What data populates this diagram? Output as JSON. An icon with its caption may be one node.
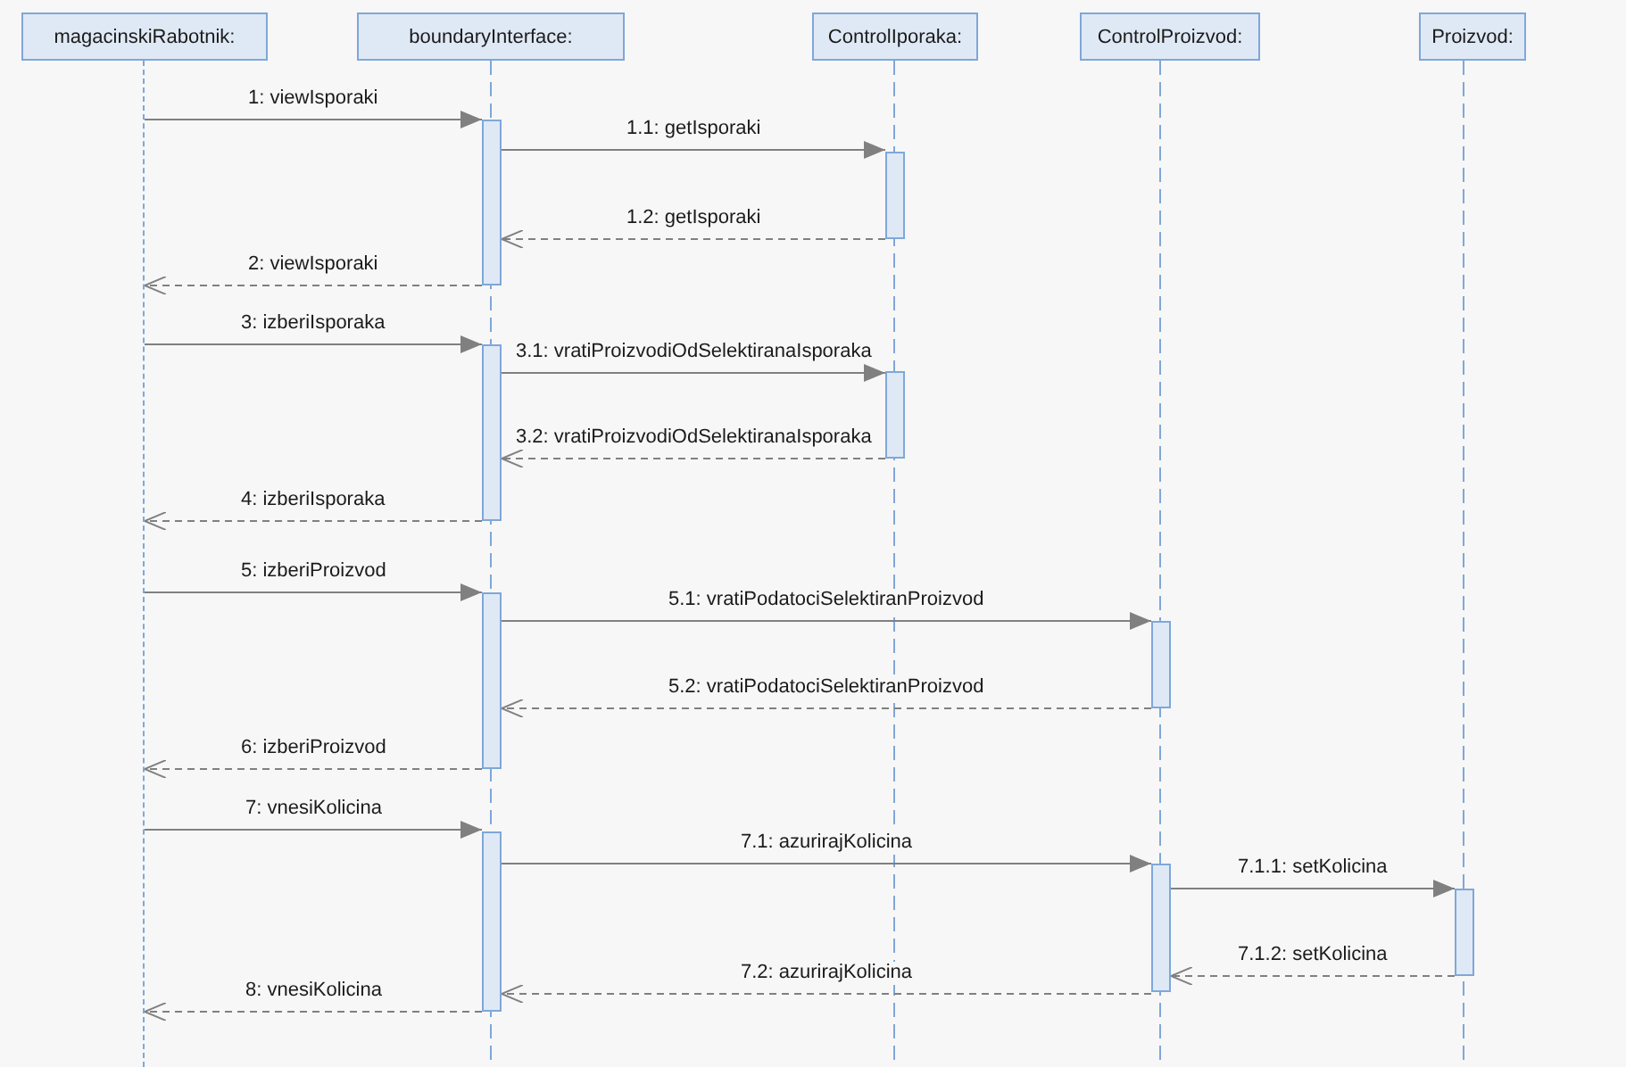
{
  "diagram": {
    "nodes": [
      {
        "text": [
          "magacinskiRabotnik:"
        ]
      },
      {
        "text": [
          "boundaryInterface:"
        ]
      },
      {
        "text": [
          "ControlIporaka:"
        ]
      },
      {
        "text": [
          "ControlProizvod:"
        ]
      },
      {
        "text": [
          "Proizvod:"
        ]
      },
      {
        "text": [],
        "shape": "bar"
      },
      {
        "text": [],
        "shape": "bar"
      },
      {
        "text": [],
        "shape": "bar"
      },
      {
        "text": [],
        "shape": "bar"
      },
      {
        "text": [],
        "shape": "bar"
      },
      {
        "text": [],
        "shape": "bar"
      },
      {
        "text": [],
        "shape": "bar"
      },
      {
        "text": [],
        "shape": "bar"
      },
      {
        "text": [],
        "shape": "bar"
      },
      {
        "text": [],
        "shape": "line"
      }
    ],
    "edges": [
      {
        "from": 14,
        "to": 5,
        "arrow": "to",
        "label": "1: viewIsporaki"
      },
      {
        "from": 5,
        "to": 6,
        "arrow": "to",
        "label": "1.1: getIsporaki"
      },
      {
        "from": 6,
        "to": 5,
        "arrow": "to",
        "label": "1.2: getIsporaki",
        "style": "dashed"
      },
      {
        "from": 5,
        "to": 14,
        "arrow": "to",
        "label": "2: viewIsporaki",
        "style": "dashed"
      },
      {
        "from": 14,
        "to": 7,
        "arrow": "to",
        "label": "3: izberiIsporaka"
      },
      {
        "from": 7,
        "to": 8,
        "arrow": "to",
        "label": "3.1: vratiProizvodiOdSelektiranaIsporaka"
      },
      {
        "from": 8,
        "to": 7,
        "arrow": "to",
        "label": "3.2: vratiProizvodiOdSelektiranaIsporaka",
        "style": "dashed"
      },
      {
        "from": 7,
        "to": 14,
        "arrow": "to",
        "label": "4: izberiIsporaka",
        "style": "dashed"
      },
      {
        "from": 14,
        "to": 9,
        "arrow": "to",
        "label": "5: izberiProizvod"
      },
      {
        "from": 9,
        "to": 10,
        "arrow": "to",
        "label": "5.1: vratiPodatociSelektiranProizvod"
      },
      {
        "from": 10,
        "to": 9,
        "arrow": "to",
        "label": "5.2: vratiPodatociSelektiranProizvod",
        "style": "dashed"
      },
      {
        "from": 9,
        "to": 14,
        "arrow": "to",
        "label": "6: izberiProizvod",
        "style": "dashed"
      },
      {
        "from": 14,
        "to": 11,
        "arrow": "to",
        "label": "7: vnesiKolicina"
      },
      {
        "from": 11,
        "to": 12,
        "arrow": "to",
        "label": "7.1: azurirajKolicina"
      },
      {
        "from": 12,
        "to": 13,
        "arrow": "to",
        "label": "7.1.1: setKolicina"
      },
      {
        "from": 13,
        "to": 12,
        "arrow": "to",
        "label": "7.1.2: setKolicina",
        "style": "dashed"
      },
      {
        "from": 12,
        "to": 11,
        "arrow": "to",
        "label": "7.2: azurirajKolicina",
        "style": "dashed"
      },
      {
        "from": 11,
        "to": 14,
        "arrow": "to",
        "label": "8: vnesiKolicina",
        "style": "dashed"
      }
    ]
  }
}
